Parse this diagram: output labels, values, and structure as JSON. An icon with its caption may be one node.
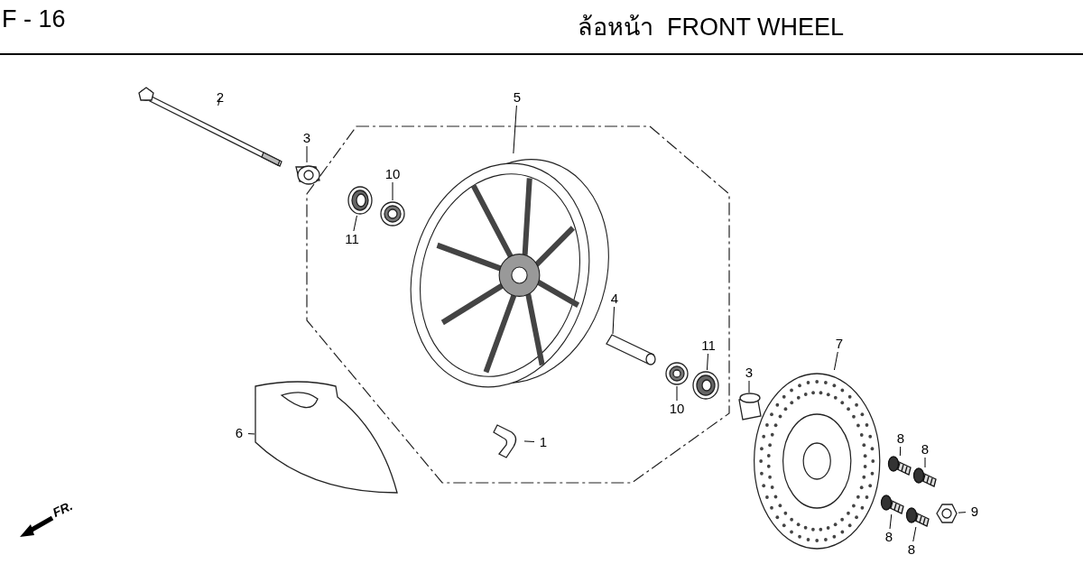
{
  "diagram": {
    "title": "ล้อหน้า  FRONT WHEEL",
    "nodes": [
      {
        "text": [
          "2"
        ]
      },
      {
        "text": [
          "3"
        ]
      },
      {
        "text": [
          "5"
        ]
      },
      {
        "text": [
          "10"
        ]
      },
      {
        "text": [
          "11"
        ]
      },
      {
        "text": [
          "4"
        ]
      },
      {
        "text": [
          "11"
        ]
      },
      {
        "text": [
          "3"
        ]
      },
      {
        "text": [
          "7"
        ]
      },
      {
        "text": [
          "10"
        ]
      },
      {
        "text": [
          "1"
        ]
      },
      {
        "text": [
          "6"
        ]
      },
      {
        "text": [
          "8"
        ]
      },
      {
        "text": [
          "8"
        ]
      },
      {
        "text": [
          "8"
        ]
      },
      {
        "text": [
          "8"
        ]
      },
      {
        "text": [
          "9"
        ]
      },
      {
        "text": [],
        "shape": "picture"
      },
      {
        "text": [],
        "shape": "picture"
      },
      {
        "text": [],
        "shape": "picture"
      },
      {
        "text": [],
        "shape": "picture"
      },
      {
        "text": [],
        "shape": "picture"
      },
      {
        "text": [],
        "shape": "picture"
      },
      {
        "text": [],
        "shape": "picture"
      },
      {
        "text": [],
        "shape": "picture"
      },
      {
        "text": [],
        "shape": "picture"
      },
      {
        "text": [],
        "shape": "picture"
      },
      {
        "text": [],
        "shape": "picture"
      },
      {
        "text": [],
        "shape": "picture"
      },
      {
        "text": [],
        "shape": "picture"
      },
      {
        "text": [],
        "shape": "picture"
      },
      {
        "text": [],
        "shape": "picture"
      },
      {
        "text": [],
        "shape": "picture"
      },
      {
        "text": [],
        "shape": "picture"
      }
    ],
    "edges": [
      {
        "from": 0,
        "to": 17,
        "arrow": "none"
      },
      {
        "from": 1,
        "to": 18,
        "arrow": "none"
      },
      {
        "from": 2,
        "to": 21,
        "arrow": "none"
      },
      {
        "from": 3,
        "to": 20,
        "arrow": "none"
      },
      {
        "from": 4,
        "to": 19,
        "arrow": "none"
      },
      {
        "from": 5,
        "to": 22,
        "arrow": "none"
      },
      {
        "from": 6,
        "to": 24,
        "arrow": "none"
      },
      {
        "from": 7,
        "to": 25,
        "arrow": "none"
      },
      {
        "from": 8,
        "to": 28,
        "arrow": "none"
      },
      {
        "from": 9,
        "to": 23,
        "arrow": "none"
      },
      {
        "from": 10,
        "to": 26,
        "arrow": "none"
      },
      {
        "from": 11,
        "to": 27,
        "arrow": "none"
      },
      {
        "from": 12,
        "to": 29,
        "arrow": "none"
      },
      {
        "from": 13,
        "to": 30,
        "arrow": "none"
      },
      {
        "from": 14,
        "to": 31,
        "arrow": "none"
      },
      {
        "from": 15,
        "to": 32,
        "arrow": "none"
      },
      {
        "from": 16,
        "to": 33,
        "arrow": "none"
      }
    ],
    "labels": [
      "F - 16",
      "FR."
    ]
  }
}
